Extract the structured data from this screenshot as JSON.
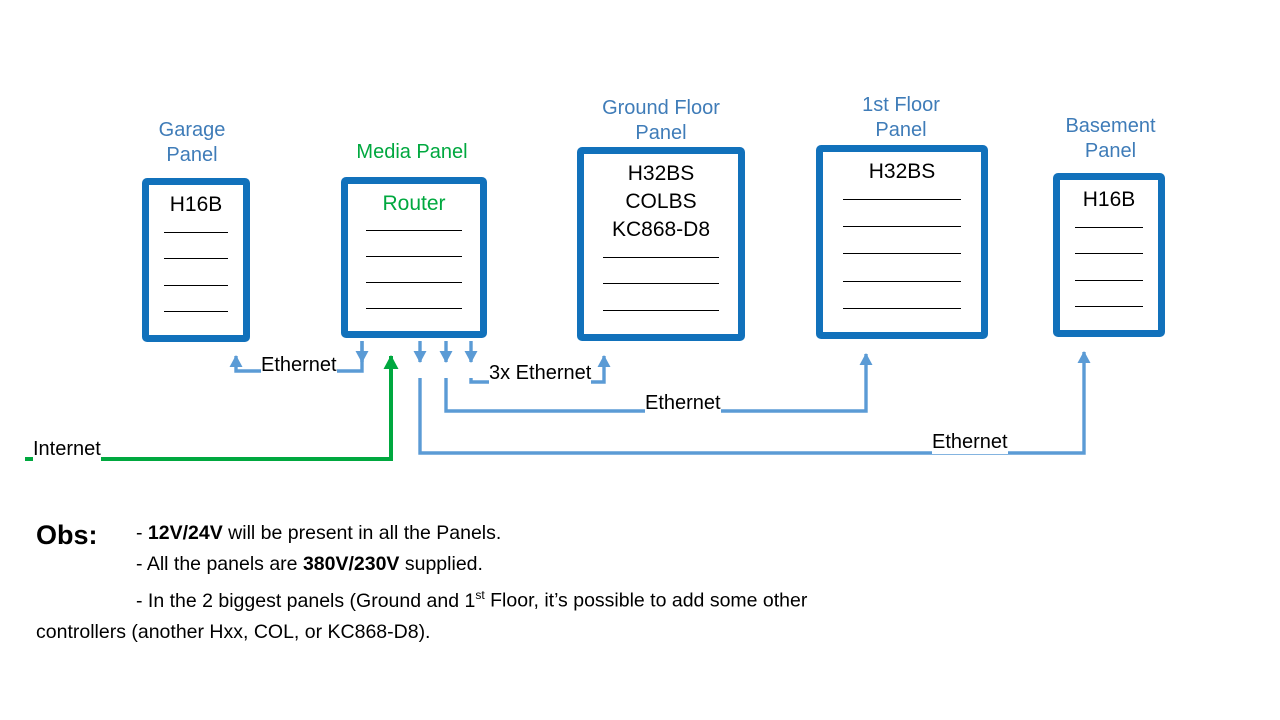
{
  "diagram": {
    "title": "Home automation panel network layout",
    "colors": {
      "panel_border": "#1171bb",
      "caption_blue": "#3f7cb8",
      "accent_green": "#00a83f",
      "wire_blue": "#5b9bd5",
      "text": "#000000"
    },
    "panels": [
      {
        "id": "garage",
        "caption": "Garage\nPanel",
        "caption_color": "blue",
        "devices": [
          "H16B"
        ],
        "device_color": "black",
        "rule_count": 4
      },
      {
        "id": "media",
        "caption": "Media Panel",
        "caption_color": "green",
        "devices": [
          "Router"
        ],
        "device_color": "green",
        "rule_count": 4
      },
      {
        "id": "ground-floor",
        "caption": "Ground Floor\nPanel",
        "caption_color": "blue",
        "devices": [
          "H32BS",
          "COLBS",
          "KC868-D8"
        ],
        "device_color": "black",
        "rule_count": 3
      },
      {
        "id": "first-floor",
        "caption": "1st Floor\nPanel",
        "caption_color": "blue",
        "devices": [
          "H32BS"
        ],
        "device_color": "black",
        "rule_count": 5
      },
      {
        "id": "basement",
        "caption": "Basement\nPanel",
        "caption_color": "blue",
        "devices": [
          "H16B"
        ],
        "device_color": "black",
        "rule_count": 4
      }
    ],
    "wire_labels": [
      {
        "id": "ethernet-garage",
        "text": "Ethernet"
      },
      {
        "id": "ethernet-3x",
        "text": "3x Ethernet"
      },
      {
        "id": "ethernet-first-floor",
        "text": "Ethernet"
      },
      {
        "id": "ethernet-basement",
        "text": "Ethernet"
      },
      {
        "id": "internet",
        "text": "Internet"
      }
    ]
  },
  "notes": {
    "heading": "Obs:",
    "line1_prefix": "- ",
    "line1_bold": "12V/24V",
    "line1_rest": " will be present in all the Panels.",
    "line2_prefix": "- All the panels are ",
    "line2_bold": "380V/230V",
    "line2_rest": " supplied.",
    "line3_a": "-  In the 2 biggest panels (Ground and 1",
    "line3_sup": "st",
    "line3_b": " Floor, it’s possible to add some other",
    "line3_c": "controllers (another Hxx, COL, or KC868-D8)."
  }
}
